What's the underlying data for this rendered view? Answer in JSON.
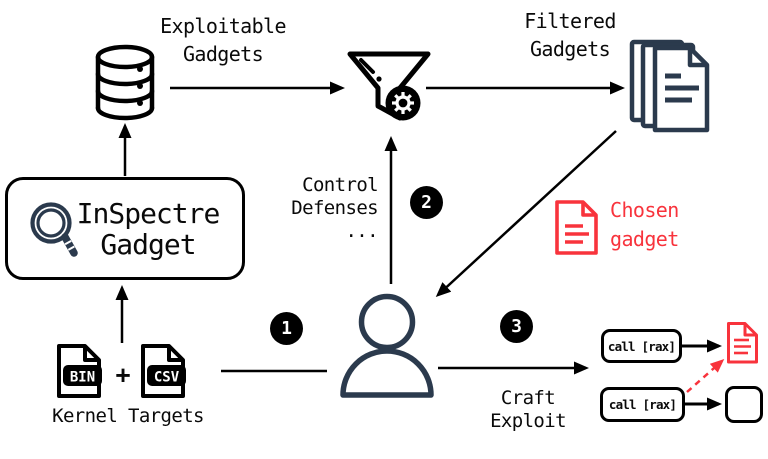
{
  "colors": {
    "ink": "#000000",
    "slate": "#2b3a4d",
    "red": "#f8333c"
  },
  "labels": {
    "exploitable_gadgets": {
      "line1": "Exploitable",
      "line2": "Gadgets"
    },
    "filtered_gadgets": {
      "line1": "Filtered",
      "line2": "Gadgets"
    },
    "inspectre": {
      "line1": "InSpectre",
      "line2": "Gadget"
    },
    "control_defenses": {
      "line1": "Control",
      "line2": "Defenses",
      "line3": "..."
    },
    "chosen_gadget": {
      "line1": "Chosen",
      "line2": "gadget"
    },
    "inputs": {
      "bin": "BIN",
      "plus": "+",
      "csv": "CSV",
      "caption": "Kernel Targets"
    },
    "craft_exploit": {
      "line1": "Craft",
      "line2": "Exploit"
    },
    "gadget_call_top": "call [rax]",
    "gadget_call_bottom": "call [rax]",
    "steps": {
      "one": "1",
      "two": "2",
      "three": "3"
    }
  }
}
